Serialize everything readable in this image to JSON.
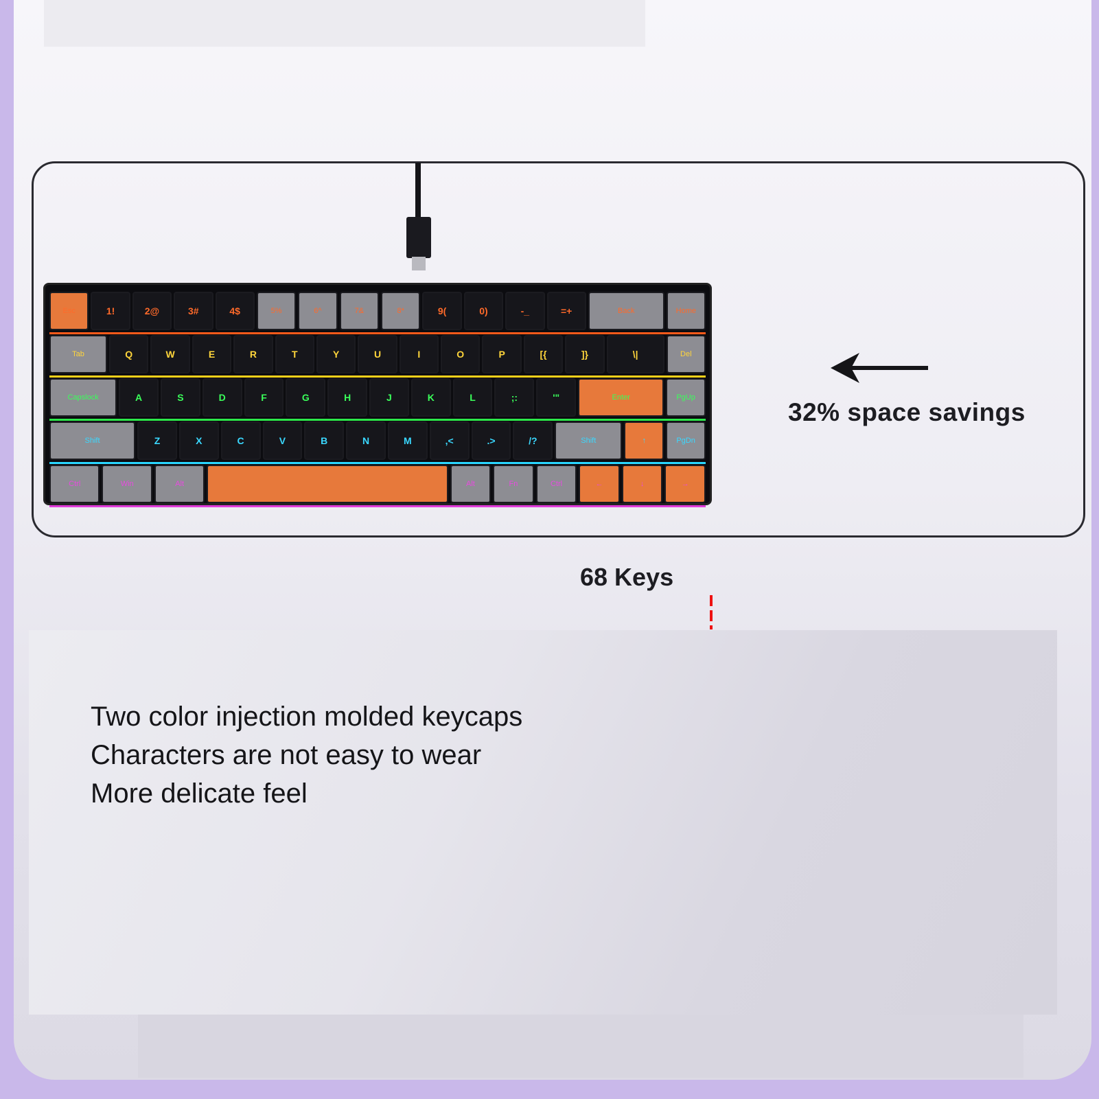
{
  "keyboard": {
    "rows": [
      [
        {
          "label": "Esc",
          "tone": "orange"
        },
        {
          "label": "1!",
          "tone": "black"
        },
        {
          "label": "2@",
          "tone": "black"
        },
        {
          "label": "3#",
          "tone": "black"
        },
        {
          "label": "4$",
          "tone": "black"
        },
        {
          "label": "5%",
          "tone": "gray"
        },
        {
          "label": "6^",
          "tone": "gray"
        },
        {
          "label": "7&",
          "tone": "gray"
        },
        {
          "label": "8*",
          "tone": "gray"
        },
        {
          "label": "9(",
          "tone": "black"
        },
        {
          "label": "0)",
          "tone": "black"
        },
        {
          "label": "-_",
          "tone": "black"
        },
        {
          "label": "=+",
          "tone": "black"
        },
        {
          "label": "Back",
          "tone": "gray",
          "wide": 2
        },
        {
          "label": "Home",
          "tone": "gray"
        }
      ],
      [
        {
          "label": "Tab",
          "tone": "gray",
          "wide": 1.5
        },
        {
          "label": "Q",
          "tone": "black"
        },
        {
          "label": "W",
          "tone": "black"
        },
        {
          "label": "E",
          "tone": "black"
        },
        {
          "label": "R",
          "tone": "black"
        },
        {
          "label": "T",
          "tone": "black"
        },
        {
          "label": "Y",
          "tone": "black"
        },
        {
          "label": "U",
          "tone": "black"
        },
        {
          "label": "I",
          "tone": "black"
        },
        {
          "label": "O",
          "tone": "black"
        },
        {
          "label": "P",
          "tone": "black"
        },
        {
          "label": "[{",
          "tone": "black"
        },
        {
          "label": "]}",
          "tone": "black"
        },
        {
          "label": "\\|",
          "tone": "black",
          "wide": 1.5
        },
        {
          "label": "Del",
          "tone": "gray"
        }
      ],
      [
        {
          "label": "Capslock",
          "tone": "gray",
          "wide": 1.75
        },
        {
          "label": "A",
          "tone": "black"
        },
        {
          "label": "S",
          "tone": "black"
        },
        {
          "label": "D",
          "tone": "black"
        },
        {
          "label": "F",
          "tone": "black"
        },
        {
          "label": "G",
          "tone": "black"
        },
        {
          "label": "H",
          "tone": "black"
        },
        {
          "label": "J",
          "tone": "black"
        },
        {
          "label": "K",
          "tone": "black"
        },
        {
          "label": "L",
          "tone": "black"
        },
        {
          "label": ";:",
          "tone": "black"
        },
        {
          "label": "'\"",
          "tone": "black"
        },
        {
          "label": "Enter",
          "tone": "orange",
          "wide": 2.25
        },
        {
          "label": "PgUp",
          "tone": "gray"
        }
      ],
      [
        {
          "label": "Shift",
          "tone": "gray",
          "wide": 2.25
        },
        {
          "label": "Z",
          "tone": "black"
        },
        {
          "label": "X",
          "tone": "black"
        },
        {
          "label": "C",
          "tone": "black"
        },
        {
          "label": "V",
          "tone": "black"
        },
        {
          "label": "B",
          "tone": "black"
        },
        {
          "label": "N",
          "tone": "black"
        },
        {
          "label": "M",
          "tone": "black"
        },
        {
          "label": ",<",
          "tone": "black"
        },
        {
          "label": ".>",
          "tone": "black"
        },
        {
          "label": "/?",
          "tone": "black"
        },
        {
          "label": "Shift",
          "tone": "gray",
          "wide": 1.75
        },
        {
          "label": "↑",
          "tone": "orange"
        },
        {
          "label": "PgDn",
          "tone": "gray"
        }
      ],
      [
        {
          "label": "Ctrl",
          "tone": "gray",
          "wide": 1.25
        },
        {
          "label": "Win",
          "tone": "gray",
          "wide": 1.25
        },
        {
          "label": "Alt",
          "tone": "gray",
          "wide": 1.25
        },
        {
          "label": "",
          "tone": "orange",
          "wide": 6.25
        },
        {
          "label": "Alt",
          "tone": "gray"
        },
        {
          "label": "Fn",
          "tone": "gray"
        },
        {
          "label": "Ctrl",
          "tone": "gray"
        },
        {
          "label": "←",
          "tone": "orange"
        },
        {
          "label": "↓",
          "tone": "orange"
        },
        {
          "label": "→",
          "tone": "orange"
        }
      ]
    ]
  },
  "savings_text": "32% space savings",
  "keys_label": "68 Keys",
  "features": [
    "Two color injection molded keycaps",
    "Characters are not easy to wear",
    "More delicate feel"
  ],
  "icons": {
    "arrow": "left-arrow-icon"
  },
  "colors": {
    "background": "#c9b8ea",
    "keycap_orange": "#e7793b",
    "keycap_gray": "#8d8d93",
    "keycap_black": "#16161b",
    "backlight_rows": [
      "#ff5a1a",
      "#ffd21a",
      "#2ce84a",
      "#2ad6ff",
      "#e03ad9"
    ]
  }
}
